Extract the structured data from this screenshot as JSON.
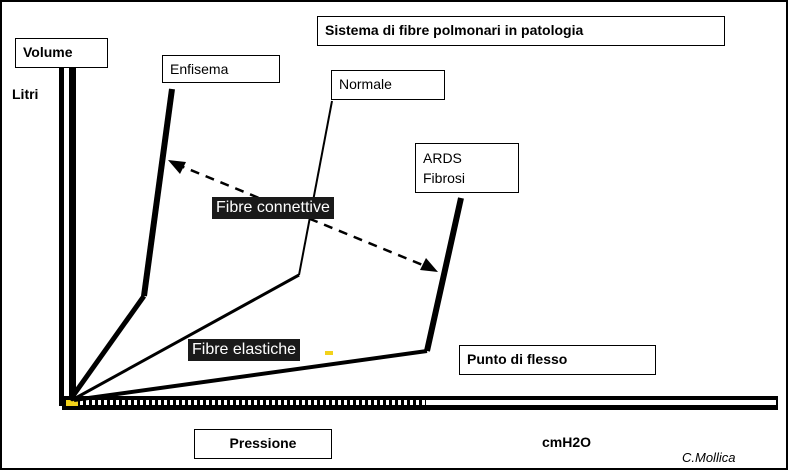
{
  "title": "Sistema di fibre polmonari in patologia",
  "y_axis": {
    "label": "Volume",
    "unit": "Litri"
  },
  "x_axis": {
    "label": "Pressione",
    "unit": "cmH2O"
  },
  "curves": {
    "enfisema": "Enfisema",
    "normale": "Normale",
    "ards_line1": "ARDS",
    "ards_line2": "Fibrosi"
  },
  "annotations": {
    "fibre_connettive": "Fibre connettive",
    "fibre_elastiche": "Fibre elastiche",
    "punto_di_flesso": "Punto di flesso"
  },
  "credit": "C.Mollica"
}
